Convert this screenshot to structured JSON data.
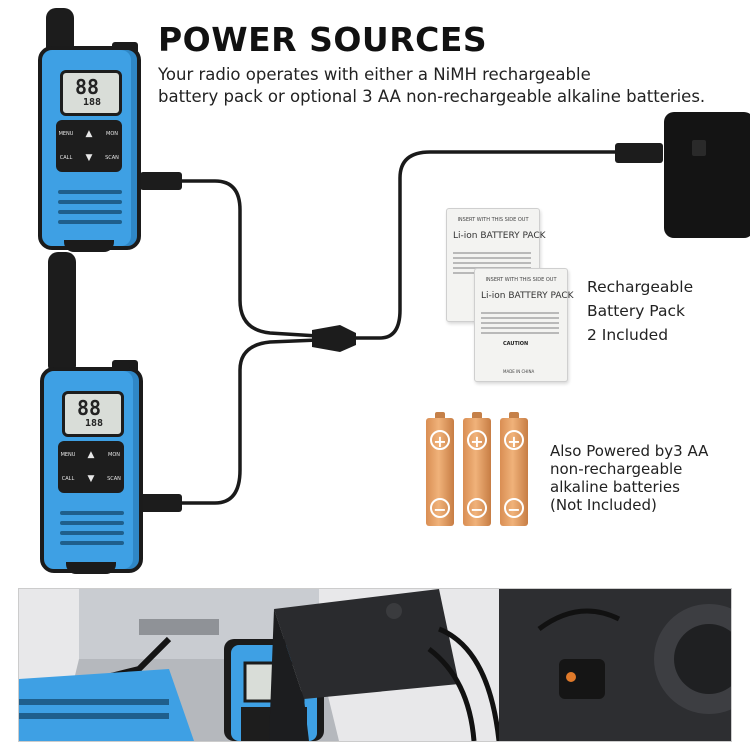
{
  "title": "POWER SOURCES",
  "subtitle_lines": [
    "Your radio operates with either a NiMH rechargeable",
    "battery pack or optional 3 AA non-rechargeable alkaline batteries."
  ],
  "rechargeable_caption": [
    "Rechargeable",
    "Battery Pack",
    "2 Included"
  ],
  "aa_caption": [
    "Also Powered by3 AA",
    "non-rechargeable",
    "alkaline batteries",
    "(Not Included)"
  ],
  "battery_pack": {
    "label": "Li-ion BATTERY PACK",
    "top_text": "INSERT WITH THIS SIDE OUT",
    "caution": "CAUTION",
    "made_in": "MADE IN CHINA"
  },
  "radio": {
    "display_digits": "88",
    "display_small": "188",
    "keys": [
      "MENU",
      "▲",
      "MON",
      "CALL",
      "▼",
      "SCAN"
    ]
  },
  "colors": {
    "radio_blue": "#3ea0e4",
    "battery_orange": "#e8a062",
    "cable": "#1a1a1a"
  }
}
